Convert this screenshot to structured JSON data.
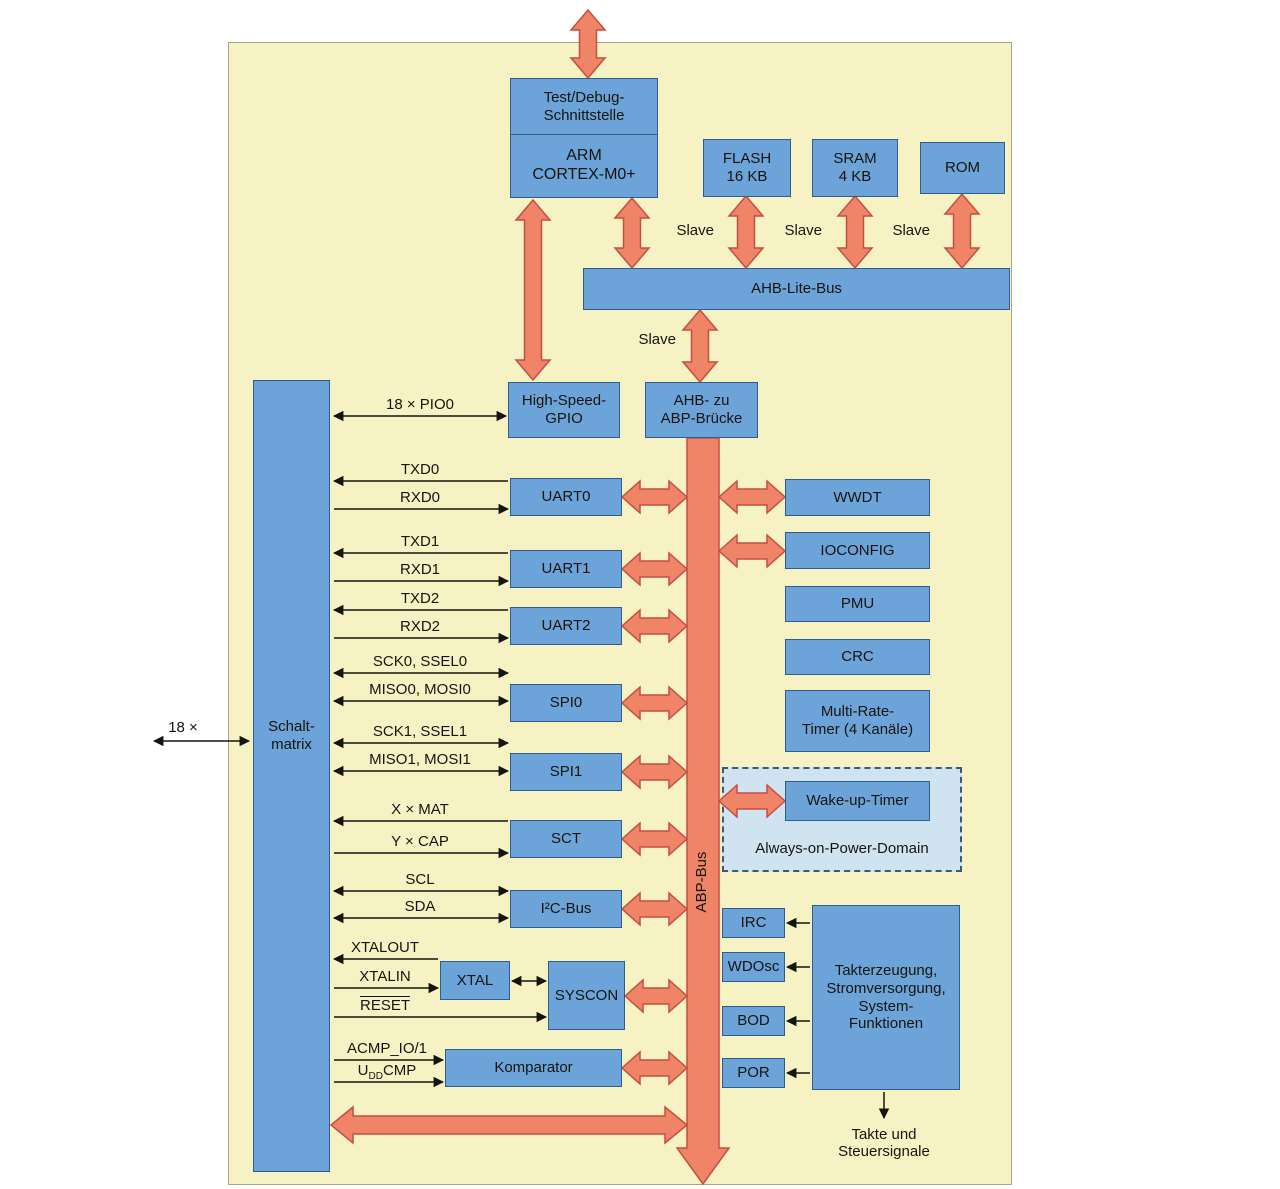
{
  "colors": {
    "background": "#f7f2c3",
    "box_fill": "#6ca3d8",
    "box_border": "#2d5f8e",
    "arrow_fill": "#f08466",
    "arrow_stroke": "#c34f44",
    "power_domain_fill": "#cfe3f0"
  },
  "blocks": {
    "test_debug": "Test/Debug-\nSchnittstelle",
    "arm": "ARM\nCORTEX-M0+",
    "flash": "FLASH\n16 KB",
    "sram": "SRAM\n4 KB",
    "rom": "ROM",
    "ahb_lite_bus": "AHB-Lite-Bus",
    "high_speed_gpio": "High-Speed-\nGPIO",
    "ahb_abp_bridge": "AHB- zu\nABP-Brücke",
    "schaltmatrix": "Schalt-\nmatrix",
    "uart0": "UART0",
    "uart1": "UART1",
    "uart2": "UART2",
    "spi0": "SPI0",
    "spi1": "SPI1",
    "sct": "SCT",
    "i2c": "I²C-Bus",
    "xtal": "XTAL",
    "syscon": "SYSCON",
    "komparator": "Komparator",
    "wwdt": "WWDT",
    "ioconfig": "IOCONFIG",
    "pmu": "PMU",
    "crc": "CRC",
    "mrt": "Multi-Rate-\nTimer (4 Kanäle)",
    "wakeup_timer": "Wake-up-Timer",
    "aopd": "Always-on-Power-Domain",
    "irc": "IRC",
    "wdosc": "WDOsc",
    "bod": "BOD",
    "por": "POR",
    "takt": "Takterzeugung,\nStromversorgung,\nSystem-\nFunktionen",
    "abp_bus": "ABP-Bus"
  },
  "labels": {
    "slave": "Slave",
    "x18": "18 ×",
    "pio0": "18 × PIO0",
    "txd0": "TXD0",
    "rxd0": "RXD0",
    "txd1": "TXD1",
    "rxd1": "RXD1",
    "txd2": "TXD2",
    "rxd2": "RXD2",
    "spi0_a": "SCK0, SSEL0",
    "spi0_b": "MISO0, MOSI0",
    "spi1_a": "SCK1, SSEL1",
    "spi1_b": "MISO1, MOSI1",
    "xmat": "X × MAT",
    "ycap": "Y × CAP",
    "scl": "SCL",
    "sda": "SDA",
    "xtalout": "XTALOUT",
    "xtalin": "XTALIN",
    "reset": "RESET",
    "acmp": "ACMP_IO/1",
    "ucmp_pre": "U",
    "ucmp_sub": "DD",
    "ucmp_post": "CMP",
    "takte": "Takte und\nSteuersignale"
  }
}
